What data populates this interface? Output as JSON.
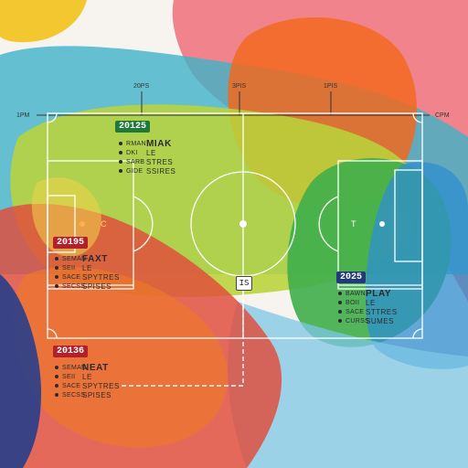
{
  "colors": {
    "background": "#f7f4ef",
    "pink": "#ef6f7a",
    "orange": "#f26a1f",
    "teal": "#3fb3c8",
    "lime": "#b9d33a",
    "green": "#3fae4a",
    "blue": "#2f8fd0",
    "navy": "#2b3f8a",
    "red": "#e04a3a",
    "yellow": "#f2c21b",
    "badge_green": "#1f7a3a",
    "badge_red": "#b3202c",
    "badge_navy": "#233a7a"
  },
  "scale": {
    "left_end": "1PM",
    "right_end": "CPM",
    "ticks": [
      "20PS",
      "3PIS",
      "1PIS"
    ]
  },
  "field": {
    "left_goal_text": "C",
    "right_goal_text": "T",
    "center_tag": "IS"
  },
  "panels": [
    {
      "id": "top",
      "badge": "20125",
      "badge_color": "#1f7a3a",
      "rows": [
        {
          "key": "RMAN",
          "value": "MIAK",
          "head": true
        },
        {
          "key": "DKI",
          "value": "LE"
        },
        {
          "key": "SARB",
          "value": "STRES"
        },
        {
          "key": "GIDE",
          "value": "SSIRES"
        }
      ]
    },
    {
      "id": "left",
      "badge": "20195",
      "badge_color": "#b3202c",
      "rows": [
        {
          "key": "SEMAN",
          "value": "FAXT",
          "head": true
        },
        {
          "key": "SEII",
          "value": "LE"
        },
        {
          "key": "SACE",
          "value": "SPYTRES"
        },
        {
          "key": "SECSS",
          "value": "SPISES"
        }
      ]
    },
    {
      "id": "right",
      "badge": "2025",
      "badge_color": "#233a7a",
      "rows": [
        {
          "key": "BAWN",
          "value": "PLAY",
          "head": true
        },
        {
          "key": "BOII",
          "value": "LE"
        },
        {
          "key": "SACE",
          "value": "STTRES"
        },
        {
          "key": "CURSS",
          "value": "SUMES"
        }
      ]
    },
    {
      "id": "bottom",
      "badge": "20136",
      "badge_color": "#b3202c",
      "rows": [
        {
          "key": "SEMAN",
          "value": "NEAT",
          "head": true
        },
        {
          "key": "SEII",
          "value": "LE"
        },
        {
          "key": "SACE",
          "value": "SPYTRES"
        },
        {
          "key": "SECSS",
          "value": "SPISES"
        }
      ]
    }
  ]
}
